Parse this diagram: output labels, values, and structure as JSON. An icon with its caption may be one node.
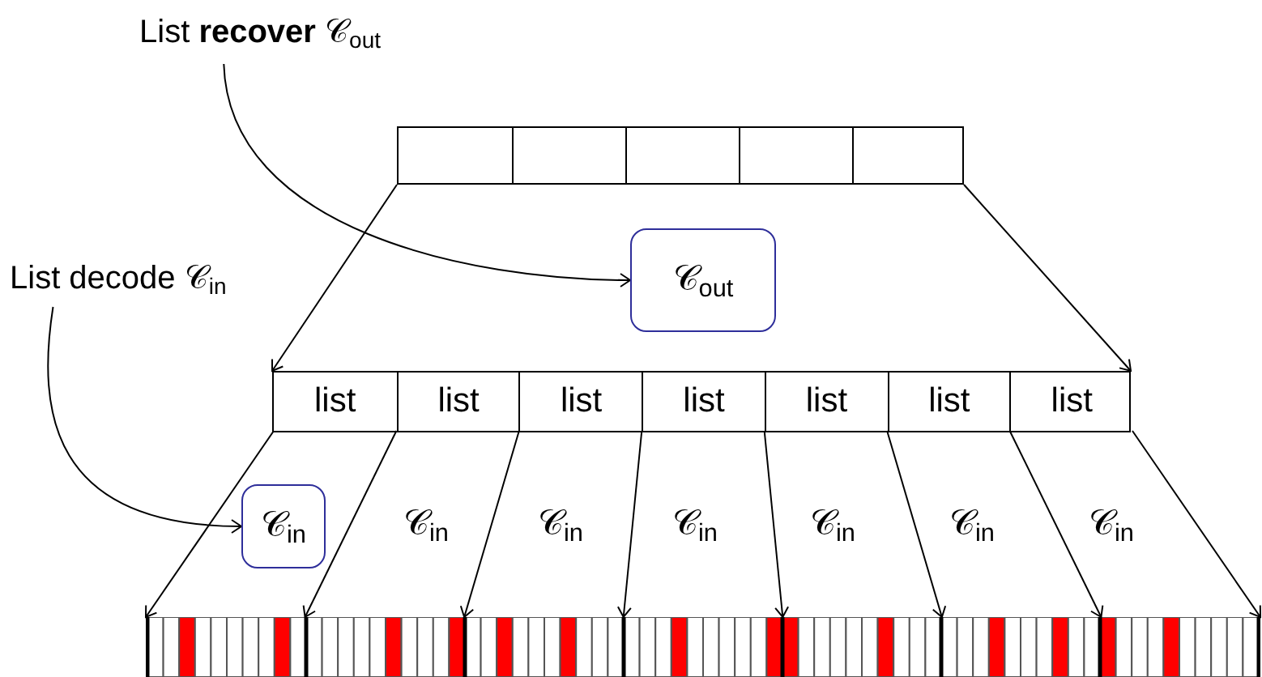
{
  "diagram": {
    "nodes": [
      {
        "text": [
          "List **recover** 𝒞$_{out}$"
        ]
      },
      {
        "text": [],
        "shape": "bar"
      },
      {
        "text": [
          "𝒞$_{out}$"
        ]
      },
      {
        "text": [
          "List decode 𝒞$_{in}$"
        ]
      },
      {
        "text": [],
        "shape": "bar"
      },
      {
        "text": [
          "list"
        ],
        "in": 4
      },
      {
        "text": [
          "list"
        ],
        "in": 4
      },
      {
        "text": [
          "list"
        ],
        "in": 4
      },
      {
        "text": [
          "list"
        ],
        "in": 4
      },
      {
        "text": [
          "list"
        ],
        "in": 4
      },
      {
        "text": [
          "list"
        ],
        "in": 4
      },
      {
        "text": [
          "list"
        ],
        "in": 4
      },
      {
        "text": [
          "𝒞$_{in}$"
        ]
      },
      {
        "text": [],
        "shape": "bar"
      }
    ],
    "edges": [
      {
        "from": 0,
        "to": 2,
        "arrow": "to"
      },
      {
        "from": 1,
        "to": 4,
        "arrow": "to"
      },
      {
        "from": 1,
        "to": 4,
        "arrow": "to"
      },
      {
        "from": 3,
        "to": 12,
        "arrow": "to"
      },
      {
        "from": 5,
        "to": 13,
        "arrow": "to"
      },
      {
        "from": 6,
        "to": 13,
        "arrow": "to"
      },
      {
        "from": 7,
        "to": 13,
        "arrow": "to"
      },
      {
        "from": 8,
        "to": 13,
        "arrow": "to"
      },
      {
        "from": 9,
        "to": 13,
        "arrow": "to"
      },
      {
        "from": 10,
        "to": 13,
        "arrow": "to"
      },
      {
        "from": 11,
        "to": 13,
        "arrow": "to"
      },
      {
        "from": 11,
        "to": 13,
        "arrow": "to"
      }
    ],
    "labels": [
      "𝒞$_{in}$",
      "𝒞$_{in}$",
      "𝒞$_{in}$",
      "𝒞$_{in}$",
      "𝒞$_{in}$",
      "𝒞$_{in}$"
    ]
  }
}
